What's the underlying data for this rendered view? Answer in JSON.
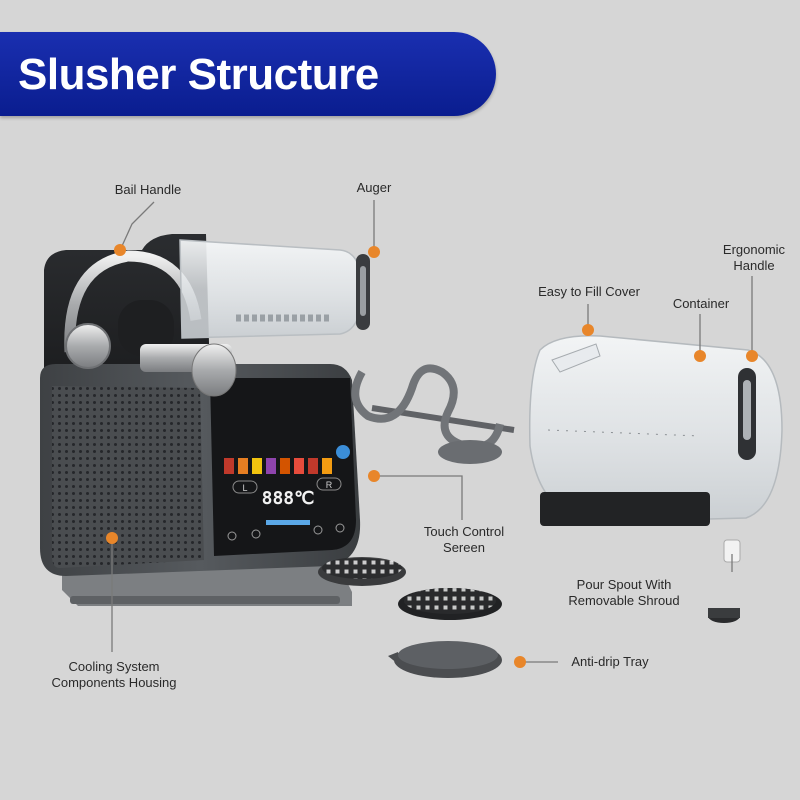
{
  "title": "Slusher Structure",
  "colors": {
    "banner": "#0f23a0",
    "accent": "#e8862a",
    "background": "#d6d6d6",
    "leader": "#7a7a7a"
  },
  "display": {
    "temperature": "888℃",
    "left_button": "L",
    "right_button": "R"
  },
  "labels": {
    "bail_handle": "Bail Handle",
    "auger": "Auger",
    "ergonomic_handle": "Ergonomic\nHandle",
    "easy_fill_cover": "Easy to Fill Cover",
    "container": "Container",
    "touch_control": "Touch Control\nSereen",
    "pour_spout": "Pour Spout With\nRemovable Shroud",
    "anti_drip_tray": "Anti-drip Tray",
    "cooling_system": "Cooling System\nComponents Housing"
  }
}
